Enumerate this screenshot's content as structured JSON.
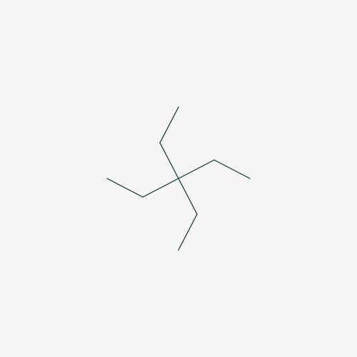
{
  "diagram": {
    "type": "skeletal-formula",
    "colors": {
      "background": "#f5f5f5",
      "bond": "#3b5454"
    },
    "atoms": [
      {
        "id": "C1"
      },
      {
        "id": "C2"
      },
      {
        "id": "C3"
      },
      {
        "id": "C4"
      },
      {
        "id": "C5"
      },
      {
        "id": "C6"
      },
      {
        "id": "C7"
      },
      {
        "id": "C8"
      },
      {
        "id": "C9"
      }
    ],
    "bonds": [
      {
        "from": "C1",
        "to": "C2",
        "order": 1
      },
      {
        "from": "C1",
        "to": "C4",
        "order": 1
      },
      {
        "from": "C1",
        "to": "C6",
        "order": 1
      },
      {
        "from": "C1",
        "to": "C8",
        "order": 1
      },
      {
        "from": "C2",
        "to": "C3",
        "order": 1
      },
      {
        "from": "C4",
        "to": "C5",
        "order": 1
      },
      {
        "from": "C6",
        "to": "C7",
        "order": 1
      },
      {
        "from": "C8",
        "to": "C9",
        "order": 1
      }
    ]
  }
}
